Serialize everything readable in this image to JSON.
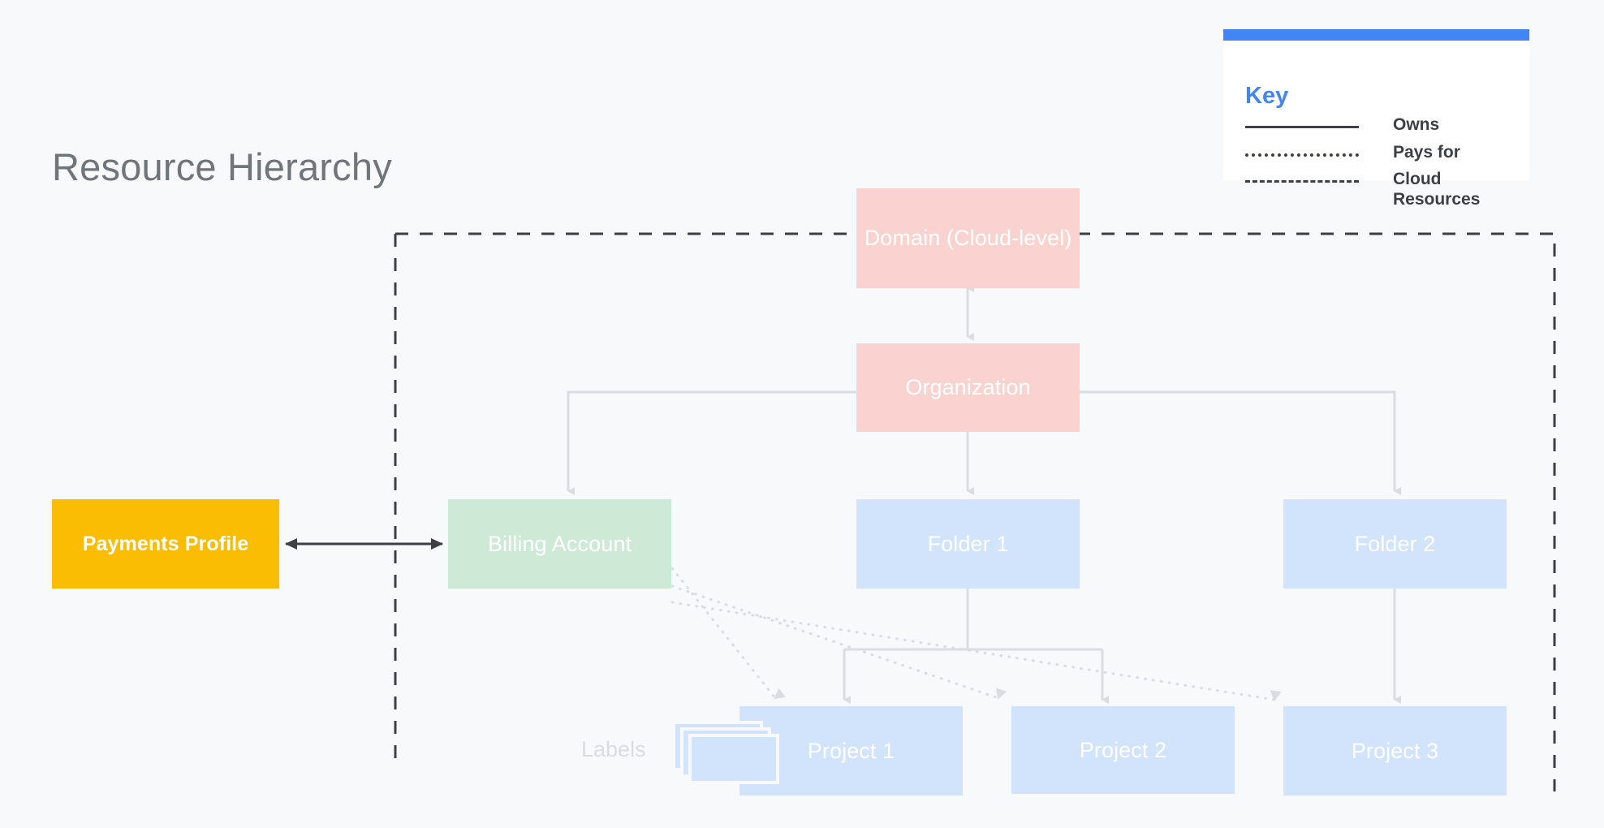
{
  "page": {
    "title": "Resource Hierarchy",
    "background_color": "#F8F9FA"
  },
  "key": {
    "heading": "Key",
    "accent_color": "#4285F4",
    "entries": [
      {
        "style": "solid",
        "label": "Owns"
      },
      {
        "style": "dotted",
        "label": "Pays for"
      },
      {
        "style": "dashed",
        "label": "Cloud Resources"
      }
    ]
  },
  "diagram": {
    "boundary_label": "Cloud Resources",
    "labels_caption": "Labels",
    "nodes": {
      "domain": {
        "label": "Domain (Cloud-level)",
        "color": "#FAD2CF"
      },
      "organization": {
        "label": "Organization",
        "color": "#FAD2CF"
      },
      "billing_account": {
        "label": "Billing Account",
        "color": "#CEEAD6"
      },
      "folder_1": {
        "label": "Folder 1",
        "color": "#D2E3FC"
      },
      "folder_2": {
        "label": "Folder 2",
        "color": "#D2E3FC"
      },
      "project_1": {
        "label": "Project 1",
        "color": "#D2E3FC"
      },
      "project_2": {
        "label": "Project 2",
        "color": "#D2E3FC"
      },
      "project_3": {
        "label": "Project 3",
        "color": "#D2E3FC"
      },
      "payments_profile": {
        "label": "Payments Profile",
        "color": "#FBBC04"
      }
    },
    "relations": [
      {
        "from": "domain",
        "to": "organization",
        "type": "owns",
        "direction": "both"
      },
      {
        "from": "organization",
        "to": "billing_account",
        "type": "owns",
        "direction": "to"
      },
      {
        "from": "organization",
        "to": "folder_1",
        "type": "owns",
        "direction": "to"
      },
      {
        "from": "organization",
        "to": "folder_2",
        "type": "owns",
        "direction": "to"
      },
      {
        "from": "folder_1",
        "to": "project_1",
        "type": "owns",
        "direction": "to"
      },
      {
        "from": "folder_1",
        "to": "project_2",
        "type": "owns",
        "direction": "to"
      },
      {
        "from": "folder_2",
        "to": "project_3",
        "type": "owns",
        "direction": "to"
      },
      {
        "from": "billing_account",
        "to": "project_1",
        "type": "pays_for",
        "direction": "to"
      },
      {
        "from": "billing_account",
        "to": "project_2",
        "type": "pays_for",
        "direction": "to"
      },
      {
        "from": "billing_account",
        "to": "project_3",
        "type": "pays_for",
        "direction": "to"
      },
      {
        "from": "payments_profile",
        "to": "billing_account",
        "type": "owns",
        "direction": "both"
      }
    ]
  }
}
